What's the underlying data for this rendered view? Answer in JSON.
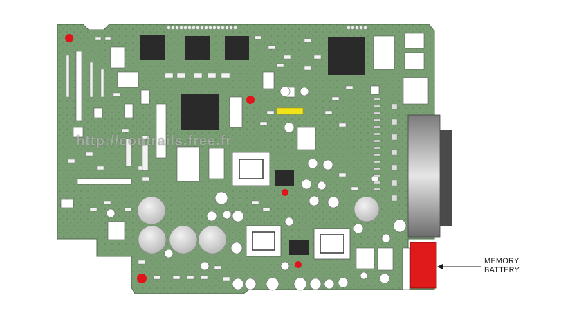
{
  "labels": {
    "battery_line1": "MEMORY",
    "battery_line2": "BATTERY",
    "watermark": "http://contrails.free.fr"
  },
  "colors": {
    "board": "#7a9e74",
    "board_edge": "#4d6b4a",
    "chip": "#2a2a2a",
    "marker_red": "#e0141a",
    "battery": "#e01a1a",
    "highlight_yellow": "#f2e21a",
    "capacitor": "#d8d8d8",
    "connector_dark": "#5a5a5a"
  },
  "icons": {
    "marker": "red-dot-marker",
    "arrow": "arrow-left-icon"
  }
}
